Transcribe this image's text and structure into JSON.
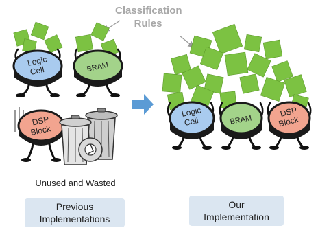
{
  "annotation": {
    "line1": "Classification",
    "line2": "Rules"
  },
  "blocks": {
    "logic": {
      "line1": "Logic",
      "line2": "Cell"
    },
    "bram": {
      "line1": "BRAM"
    },
    "dsp": {
      "line1": "DSP",
      "line2": "Block"
    }
  },
  "captions": {
    "unused": "Unused and Wasted",
    "previous": {
      "line1": "Previous",
      "line2": "Implementations"
    },
    "ours": {
      "line1": "Our",
      "line2": "Implementation"
    }
  },
  "colors": {
    "square": "#7cc242",
    "square_edge": "#5e9a2c",
    "logic": "#a9cbef",
    "bram": "#a3d38a",
    "dsp": "#f2a48f",
    "arrow": "#5b9bd5",
    "caption_box": "#dbe6f1"
  }
}
